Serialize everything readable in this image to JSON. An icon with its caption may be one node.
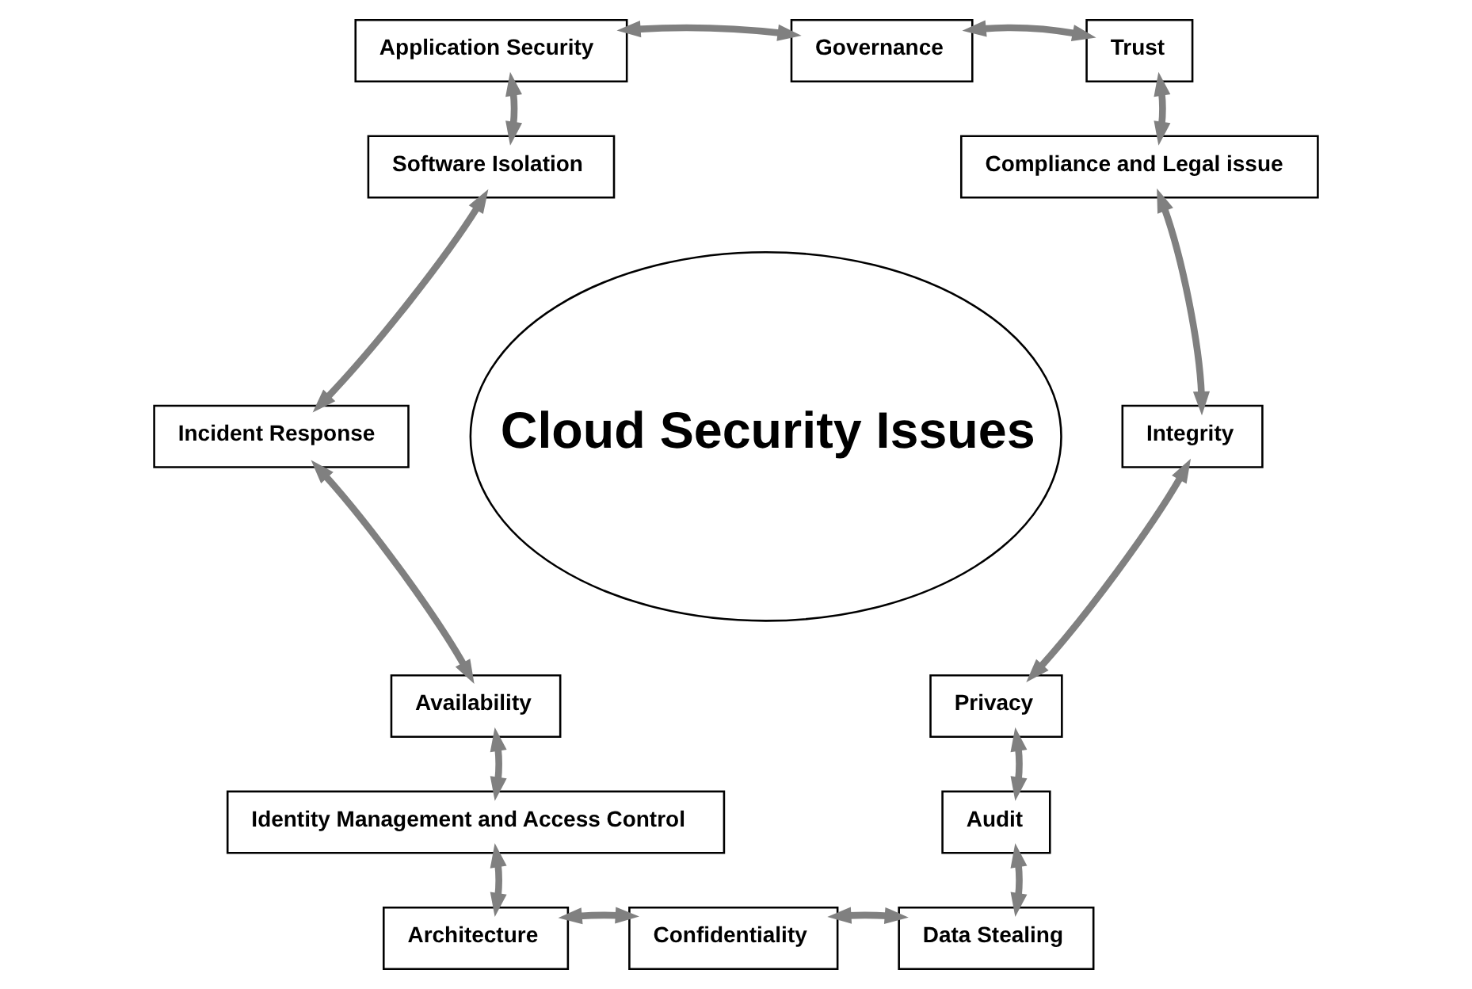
{
  "diagram": {
    "nodes": [
      {
        "text": [
          "Application Security"
        ]
      },
      {
        "text": [
          "Governance"
        ]
      },
      {
        "text": [
          "Trust"
        ]
      },
      {
        "text": [
          "Software Isolation"
        ]
      },
      {
        "text": [
          "Compliance and Legal issue"
        ]
      },
      {
        "text": [
          "Cloud Security Issues"
        ]
      },
      {
        "text": [
          "Incident Response"
        ]
      },
      {
        "text": [
          "Integrity"
        ]
      },
      {
        "text": [
          "Availability"
        ]
      },
      {
        "text": [
          "Privacy"
        ]
      },
      {
        "text": [
          "Identity Management and Access Control"
        ]
      },
      {
        "text": [
          "Audit"
        ]
      },
      {
        "text": [
          "Data Stealing"
        ]
      },
      {
        "text": [
          "Architecture"
        ]
      },
      {
        "text": [
          "Confidentiality"
        ]
      }
    ],
    "edges": [
      {
        "from": 0,
        "to": 1,
        "arrow": "both"
      },
      {
        "from": 1,
        "to": 2,
        "arrow": "both"
      },
      {
        "from": 2,
        "to": 4,
        "arrow": "both"
      },
      {
        "from": 4,
        "to": 7,
        "arrow": "both"
      },
      {
        "from": 7,
        "to": 9,
        "arrow": "both"
      },
      {
        "from": 9,
        "to": 11,
        "arrow": "both"
      },
      {
        "from": 11,
        "to": 12,
        "arrow": "both"
      },
      {
        "from": 12,
        "to": 14,
        "arrow": "both"
      },
      {
        "from": 14,
        "to": 13,
        "arrow": "both"
      },
      {
        "from": 13,
        "to": 10,
        "arrow": "both"
      },
      {
        "from": 10,
        "to": 8,
        "arrow": "both"
      },
      {
        "from": 8,
        "to": 6,
        "arrow": "both"
      },
      {
        "from": 6,
        "to": 3,
        "arrow": "both"
      },
      {
        "from": 3,
        "to": 0,
        "arrow": "both"
      }
    ]
  }
}
